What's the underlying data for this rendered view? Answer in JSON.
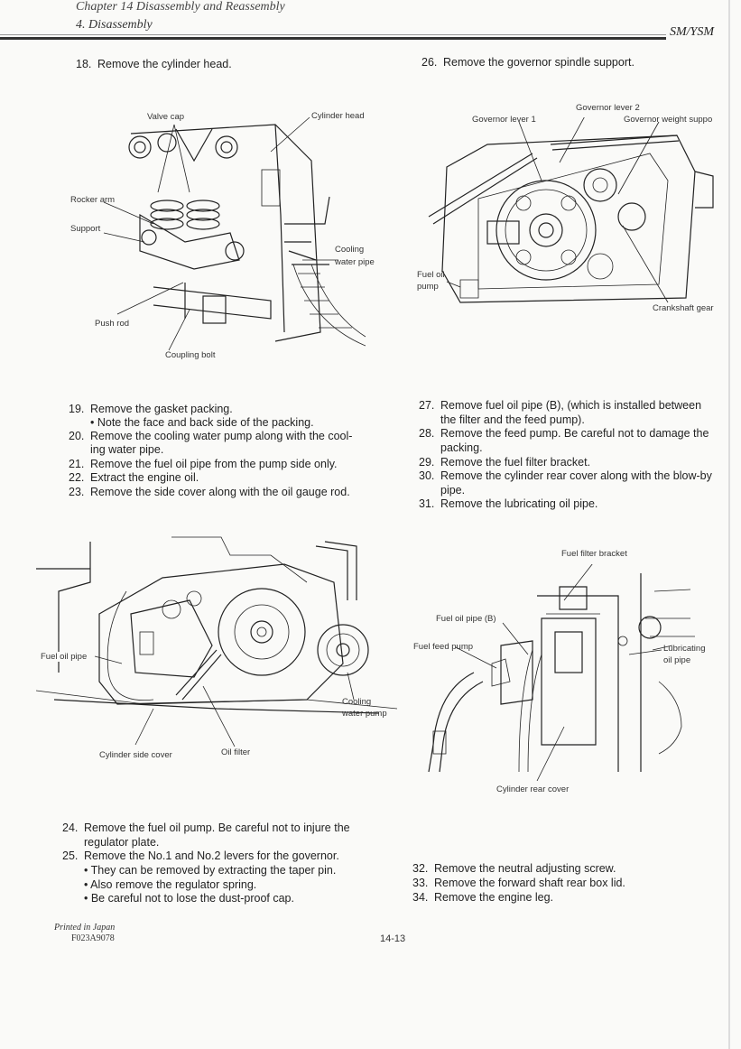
{
  "header": {
    "chapter": "Chapter 14 Disassembly and Reassembly",
    "section": "4. Disassembly",
    "model": "SM/YSM"
  },
  "steps": {
    "s18": {
      "num": "18.",
      "text": "Remove the cylinder head."
    },
    "s26": {
      "num": "26.",
      "text": "Remove the governor spindle support."
    },
    "s19": {
      "num": "19.",
      "text": "Remove the gasket packing."
    },
    "s19a": "• Note the face and back side of the packing.",
    "s20": {
      "num": "20.",
      "text": "Remove the cooling water pump along with the cool-",
      "cont": "ing water pipe."
    },
    "s21": {
      "num": "21.",
      "text": "Remove the fuel oil pipe from the pump side only."
    },
    "s22": {
      "num": "22.",
      "text": "Extract the engine oil."
    },
    "s23": {
      "num": "23.",
      "text": "Remove the side cover along with the oil gauge rod."
    },
    "s27": {
      "num": "27.",
      "text": "Remove fuel oil pipe (B), (which is installed between",
      "cont": "the filter and the feed pump)."
    },
    "s28": {
      "num": "28.",
      "text": "Remove the feed pump. Be careful not to damage the",
      "cont": "packing."
    },
    "s29": {
      "num": "29.",
      "text": "Remove the fuel filter bracket."
    },
    "s30": {
      "num": "30.",
      "text": "Remove the cylinder rear cover along with the blow-by",
      "cont": "pipe."
    },
    "s31": {
      "num": "31.",
      "text": "Remove the lubricating oil pipe."
    },
    "s24": {
      "num": "24.",
      "text": "Remove the fuel oil pump. Be careful not to injure the",
      "cont": "regulator plate."
    },
    "s25": {
      "num": "25.",
      "text": "Remove the No.1 and No.2 levers for the governor."
    },
    "s25a": "• They can be removed by extracting the taper pin.",
    "s25b": "• Also remove the regulator spring.",
    "s25c": "• Be careful not to lose the dust-proof cap.",
    "s32": {
      "num": "32.",
      "text": "Remove the neutral adjusting screw."
    },
    "s33": {
      "num": "33.",
      "text": "Remove the forward shaft rear box lid."
    },
    "s34": {
      "num": "34.",
      "text": "Remove the engine leg."
    }
  },
  "figures": {
    "fig1": {
      "valve_cap": "Valve cap",
      "cylinder_head": "Cylinder head",
      "rocker_arm": "Rocker arm",
      "support": "Support",
      "cooling": "Cooling",
      "water_pipe": "water pipe",
      "push_rod": "Push rod",
      "coupling_bolt": "Coupling bolt"
    },
    "fig2": {
      "governor_lever_2": "Governor lever 2",
      "governor_lever_1": "Governor lever 1",
      "governor_weight_support": "Governor weight suppo",
      "fuel_oil": "Fuel oil",
      "pump": "pump",
      "crankshaft_gear": "Crankshaft gear"
    },
    "fig3": {
      "fuel_oil_pipe": "Fuel oil pipe",
      "cooling": "Cooling",
      "water_pump": "water pump",
      "cylinder_side_cover": "Cylinder side cover",
      "oil_filter": "Oil filter"
    },
    "fig4": {
      "fuel_filter_bracket": "Fuel filter bracket",
      "fuel_oil_pipe_b": "Fuel oil pipe (B)",
      "fuel_feed_pump": "Fuel feed pump",
      "lubricating": "Lubricating",
      "oil_pipe": "oil pipe",
      "cylinder_rear_cover": "Cylinder rear cover"
    }
  },
  "footer": {
    "printed": "Printed in Japan",
    "code": "F023A9078",
    "page": "14-13"
  }
}
